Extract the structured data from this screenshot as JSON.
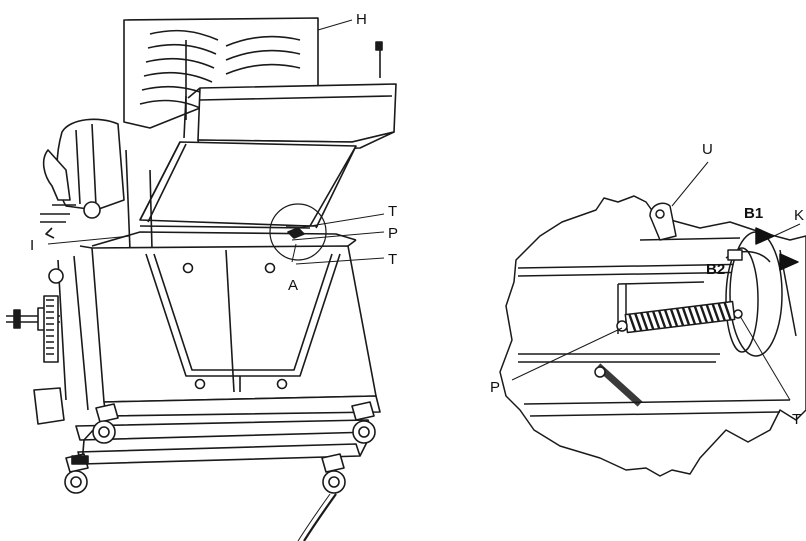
{
  "left_view": {
    "callouts": {
      "h": "H",
      "i": "I",
      "t_upper": "T",
      "p": "P",
      "t_lower": "T",
      "a": "A"
    }
  },
  "right_view": {
    "callouts": {
      "u": "U",
      "b1": "B1",
      "k": "K",
      "b2": "B2",
      "p": "P",
      "t": "T"
    }
  }
}
